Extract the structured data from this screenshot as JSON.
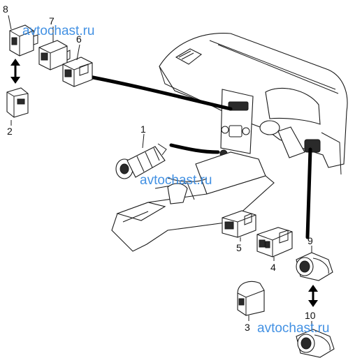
{
  "watermarks": [
    "avtochast.ru",
    "avtochast.ru",
    "avtochast.ru"
  ],
  "callouts": [
    "1",
    "2",
    "3",
    "4",
    "5",
    "6",
    "7",
    "8",
    "9",
    "10"
  ],
  "colors": {
    "line": "#1a1a1a",
    "watermark": "#2f86e0",
    "background": "#ffffff"
  }
}
